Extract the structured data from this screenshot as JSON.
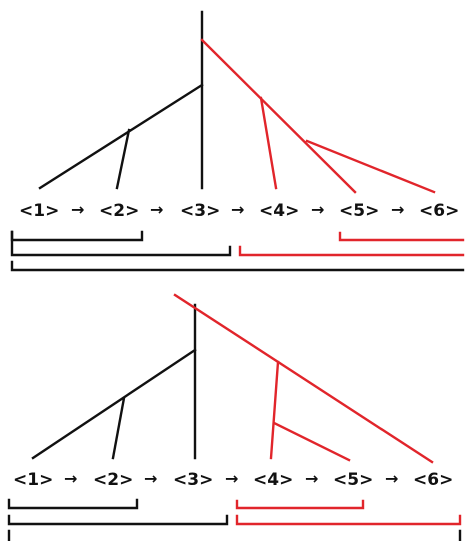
{
  "colors": {
    "black_tree": "#111111",
    "red_tree": "#e1252b"
  },
  "diagrams": [
    {
      "name": "top",
      "nodes": [
        "<1>",
        "<2>",
        "<3>",
        "<4>",
        "<5>",
        "<6>"
      ],
      "arrows": [
        "→",
        "→",
        "→",
        "→",
        "→"
      ]
    },
    {
      "name": "bottom",
      "nodes": [
        "<1>",
        "<2>",
        "<3>",
        "<4>",
        "<5>",
        "<6>"
      ],
      "arrows": [
        "→",
        "→",
        "→",
        "→",
        "→"
      ]
    }
  ]
}
